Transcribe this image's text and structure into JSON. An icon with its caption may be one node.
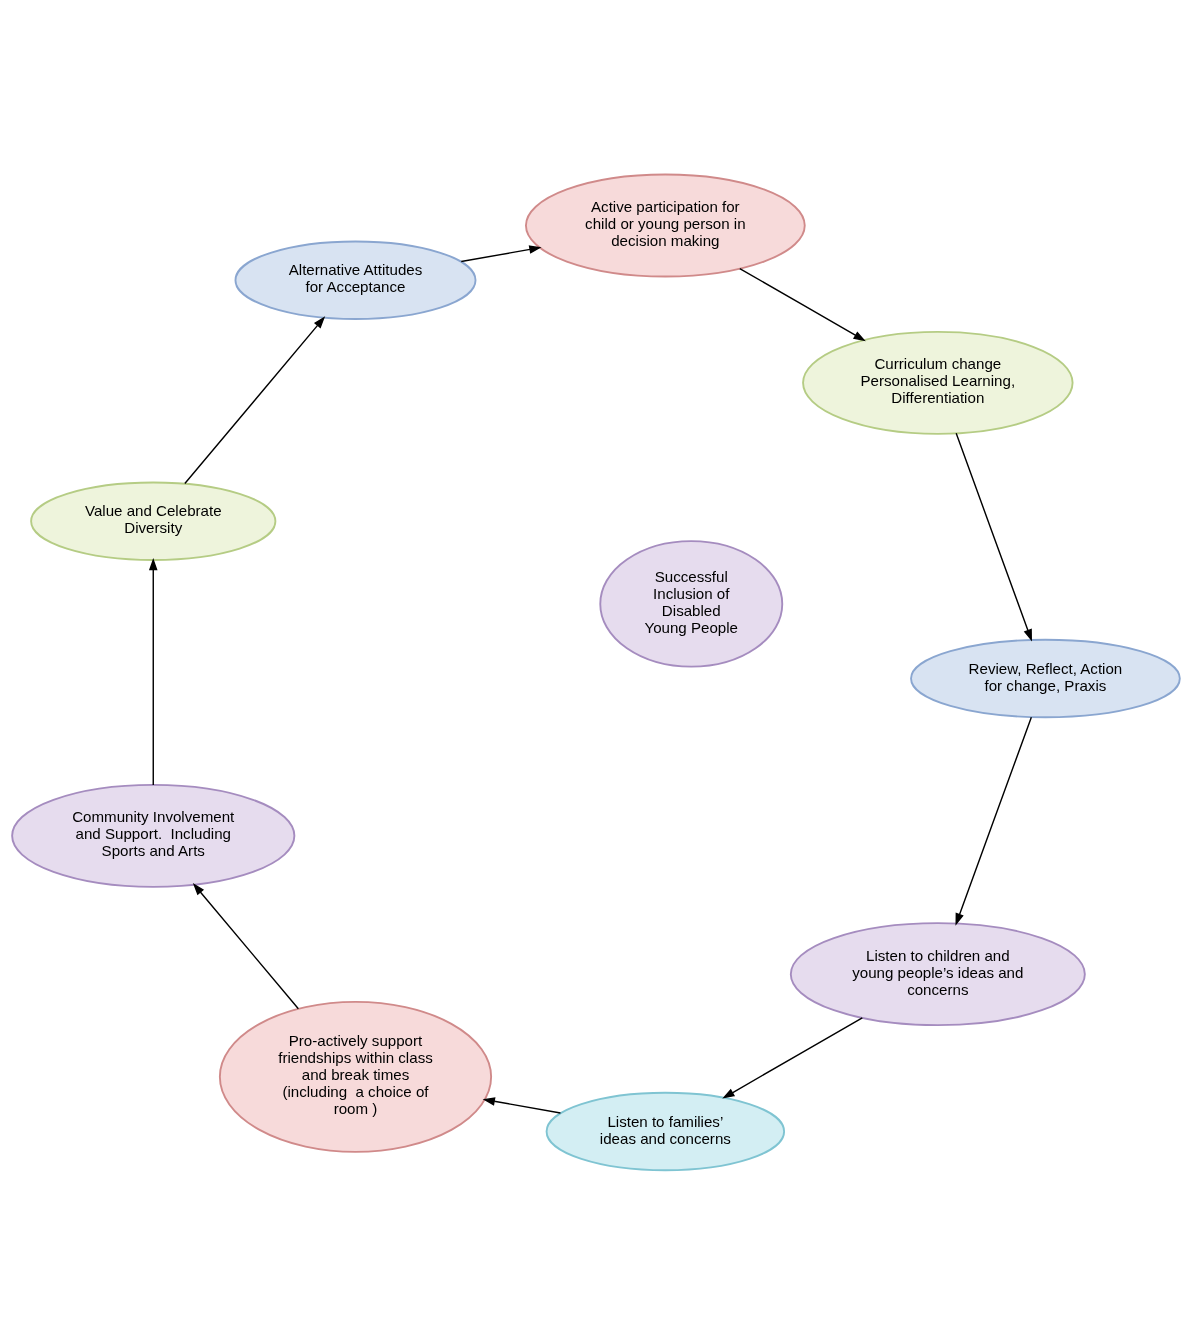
{
  "diagram": {
    "nodes": [
      {
        "text": [
          "Listen to children and young people’s ideas and concerns"
        ]
      },
      {
        "text": [
          "Listen to families’ ideas and concerns"
        ]
      },
      {
        "text": [
          "Pro-actively support friendships within class and break times (including  a choice of room )"
        ]
      },
      {
        "text": [
          "Community Involvement and Support.  Including Sports and Arts"
        ]
      },
      {
        "text": [
          "Value and Celebrate Diversity"
        ]
      },
      {
        "text": [
          "Alternative Attitudes for Acceptance"
        ]
      },
      {
        "text": [
          "Active participation for child or young person in decision making"
        ]
      },
      {
        "text": [
          "Curriculum change Personalised Learning, Differentiation"
        ]
      },
      {
        "text": [
          "Review, Reflect, Action for change, Praxis"
        ]
      },
      {
        "text": [
          "Successful Inclusion of Disabled Young People"
        ]
      }
    ],
    "edges": [
      {
        "from": 0,
        "to": 1,
        "arrow": "to"
      },
      {
        "from": 1,
        "to": 2,
        "arrow": "to"
      },
      {
        "from": 2,
        "to": 3,
        "arrow": "to"
      },
      {
        "from": 3,
        "to": 4,
        "arrow": "to"
      },
      {
        "from": 4,
        "to": 5,
        "arrow": "to"
      },
      {
        "from": 5,
        "to": 6,
        "arrow": "to"
      },
      {
        "from": 6,
        "to": 7,
        "arrow": "to"
      },
      {
        "from": 7,
        "to": 8,
        "arrow": "to"
      },
      {
        "from": 8,
        "to": 0,
        "arrow": "to"
      }
    ]
  }
}
